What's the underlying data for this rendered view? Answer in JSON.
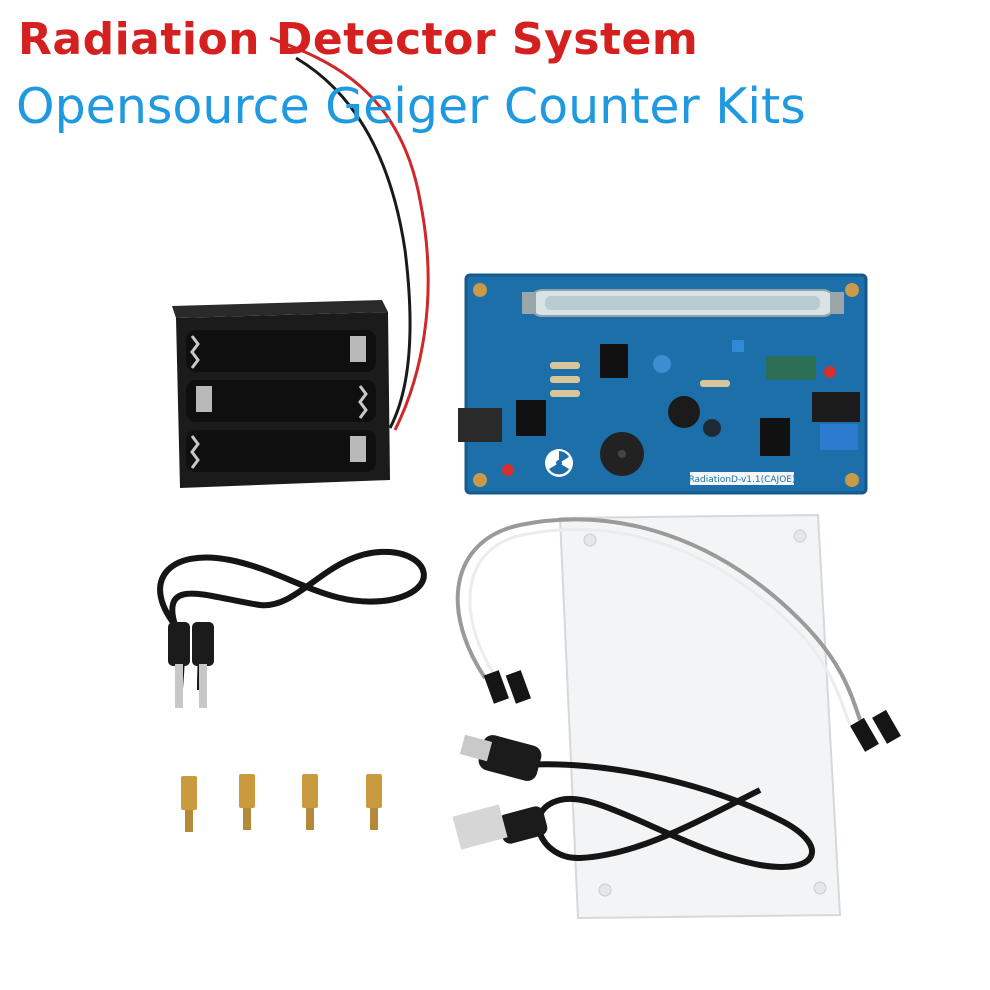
{
  "header": {
    "title": "Radiation Detector System",
    "subtitle": "Opensource Geiger Counter Kits"
  },
  "pcb": {
    "silkscreen_label": "RadiationD-v1.1(CAJOE)"
  },
  "colors": {
    "title": "#d4201f",
    "subtitle": "#1f9ae0",
    "pcb": "#1c6fa8",
    "acrylic": "#f2f4f5"
  },
  "icons": [
    "battery-holder",
    "geiger-tube",
    "audio-cable",
    "jumper-wires",
    "usb-cable",
    "brass-standoff",
    "acrylic-plate"
  ]
}
